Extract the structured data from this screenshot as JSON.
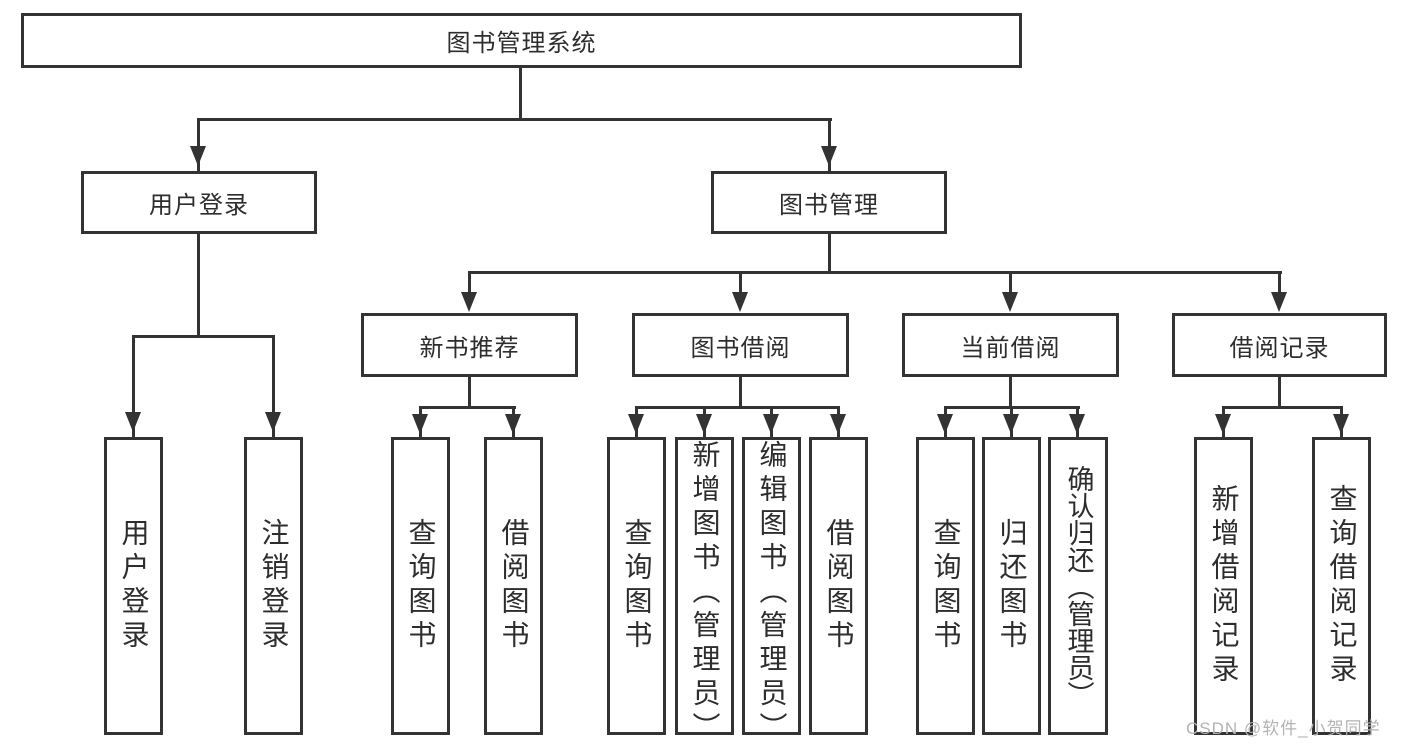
{
  "colors": {
    "line": "#333333",
    "text": "#2d2d2d",
    "watermark": "#b3b3b3",
    "background": "#ffffff"
  },
  "watermark": {
    "text": "CSDN @软件_小贺同学"
  },
  "tree": {
    "root": {
      "label": "图书管理系统",
      "children": [
        {
          "label": "用户登录",
          "leaves": [
            "用户登录",
            "注销登录"
          ]
        },
        {
          "label": "图书管理",
          "children": [
            {
              "label": "新书推荐",
              "leaves": [
                "查询图书",
                "借阅图书"
              ]
            },
            {
              "label": "图书借阅",
              "leaves": [
                "查询图书",
                "新增图书（管理员）",
                "编辑图书（管理员）",
                "借阅图书"
              ]
            },
            {
              "label": "当前借阅",
              "leaves": [
                "查询图书",
                "归还图书",
                "确认归还（管理员）"
              ]
            },
            {
              "label": "借阅记录",
              "leaves": [
                "新增借阅记录",
                "查询借阅记录"
              ]
            }
          ]
        }
      ]
    }
  }
}
